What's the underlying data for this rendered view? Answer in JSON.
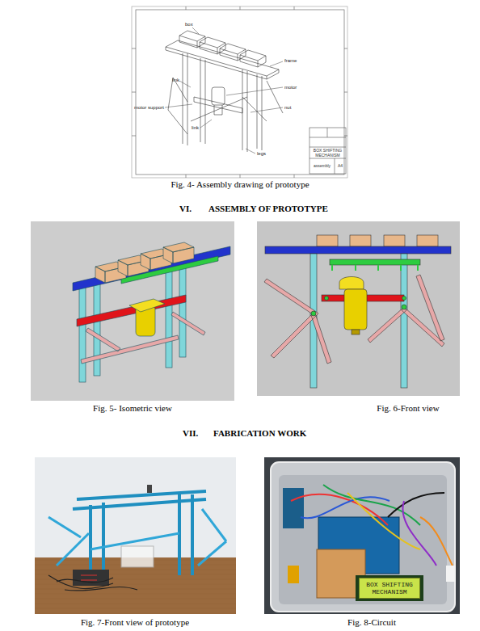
{
  "diagram": {
    "nodes": [
      {
        "text": [
          "BOX SHIFTING MECHANISM"
        ]
      },
      {
        "text": [
          "assembly"
        ]
      },
      {
        "text": [
          "A4"
        ]
      },
      {
        "text": [
          "BOX SHIFTING MECHANISM"
        ]
      }
    ],
    "labels": [
      "box",
      "frame",
      "link",
      "motor",
      "motor support",
      "nut",
      "link",
      "legs",
      "Fig. 4- Assembly drawing of prototype",
      "VI.",
      "ASSEMBLY OF PROTOTYPE",
      "Fig. 5- Isometric view",
      "Fig. 6-Front view",
      "VII.",
      "FABRICATION WORK",
      "Fig. 7-Front view of prototype",
      "Fig. 8-Circuit"
    ]
  }
}
